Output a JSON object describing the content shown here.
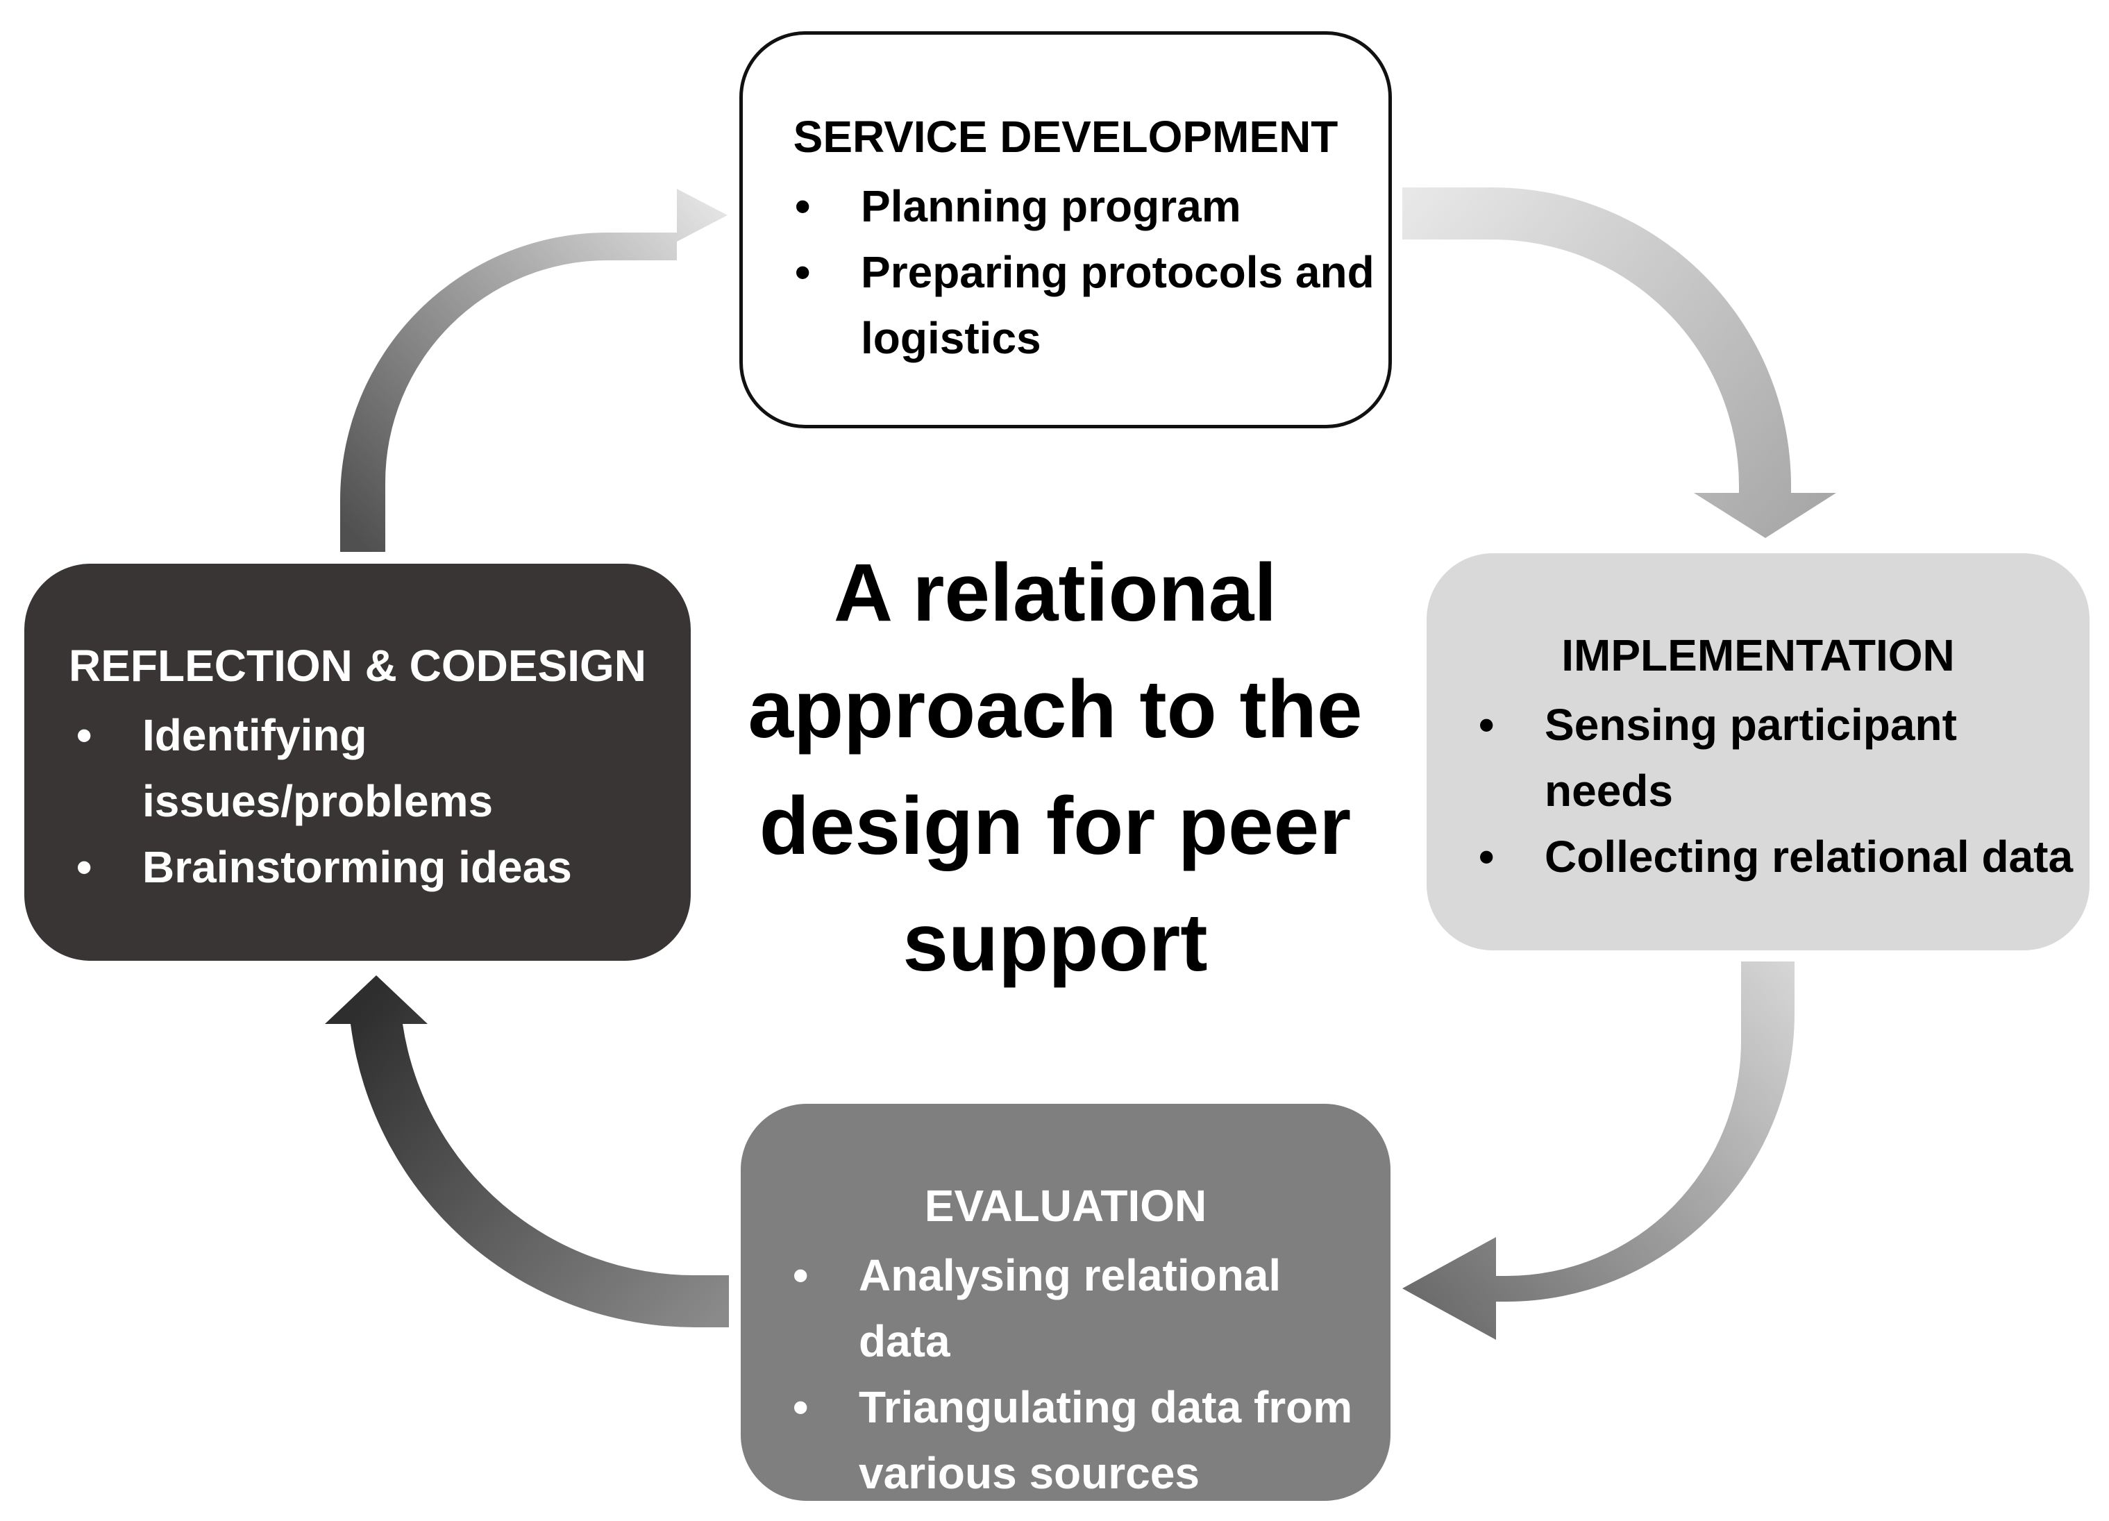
{
  "center_title": "A relational approach to the design for peer support",
  "stages": [
    {
      "title": "SERVICE DEVELOPMENT",
      "items": [
        "Planning program",
        "Preparing protocols and logistics"
      ],
      "fill": "#ffffff"
    },
    {
      "title": "IMPLEMENTATION",
      "items": [
        "Sensing participant needs",
        "Collecting relational data"
      ],
      "fill": "#d9d9d9"
    },
    {
      "title": "EVALUATION",
      "items": [
        "Analysing relational data",
        "Triangulating data from various sources"
      ],
      "fill": "#7f7f7f"
    },
    {
      "title": "REFLECTION & CODESIGN",
      "items": [
        "Identifying issues/problems",
        "Brainstorming ideas"
      ],
      "fill": "#3a3535"
    }
  ]
}
